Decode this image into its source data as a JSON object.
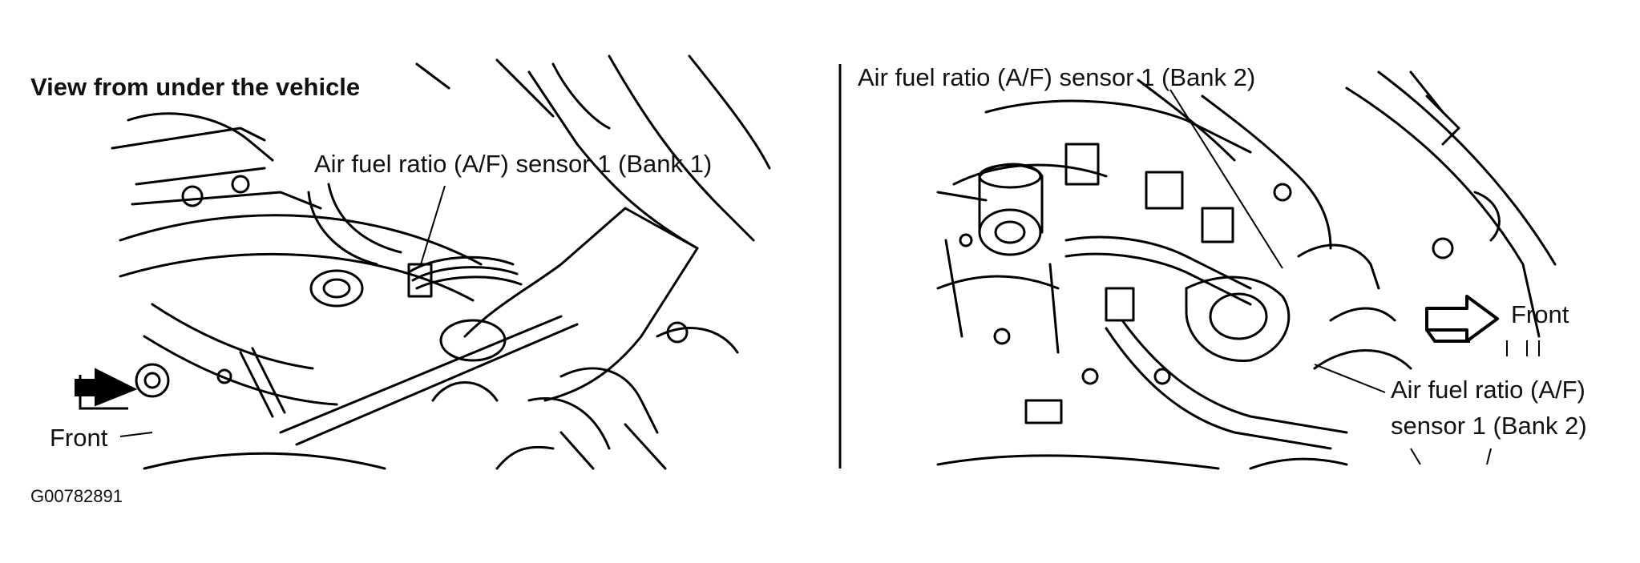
{
  "left_panel": {
    "view_label": "View from under the vehicle",
    "sensor_label": "Air fuel ratio (A/F) sensor 1 (Bank 1)",
    "front_label": "Front",
    "front_arrow_icon": "front-direction-arrow-icon"
  },
  "right_panel": {
    "top_sensor_label": "Air fuel ratio (A/F) sensor 1 (Bank 2)",
    "front_label": "Front",
    "front_arrow_icon": "front-direction-arrow-icon",
    "bottom_sensor_label_line1": "Air fuel ratio (A/F)",
    "bottom_sensor_label_line2": "sensor 1 (Bank 2)"
  },
  "figure_code": "G00782891"
}
